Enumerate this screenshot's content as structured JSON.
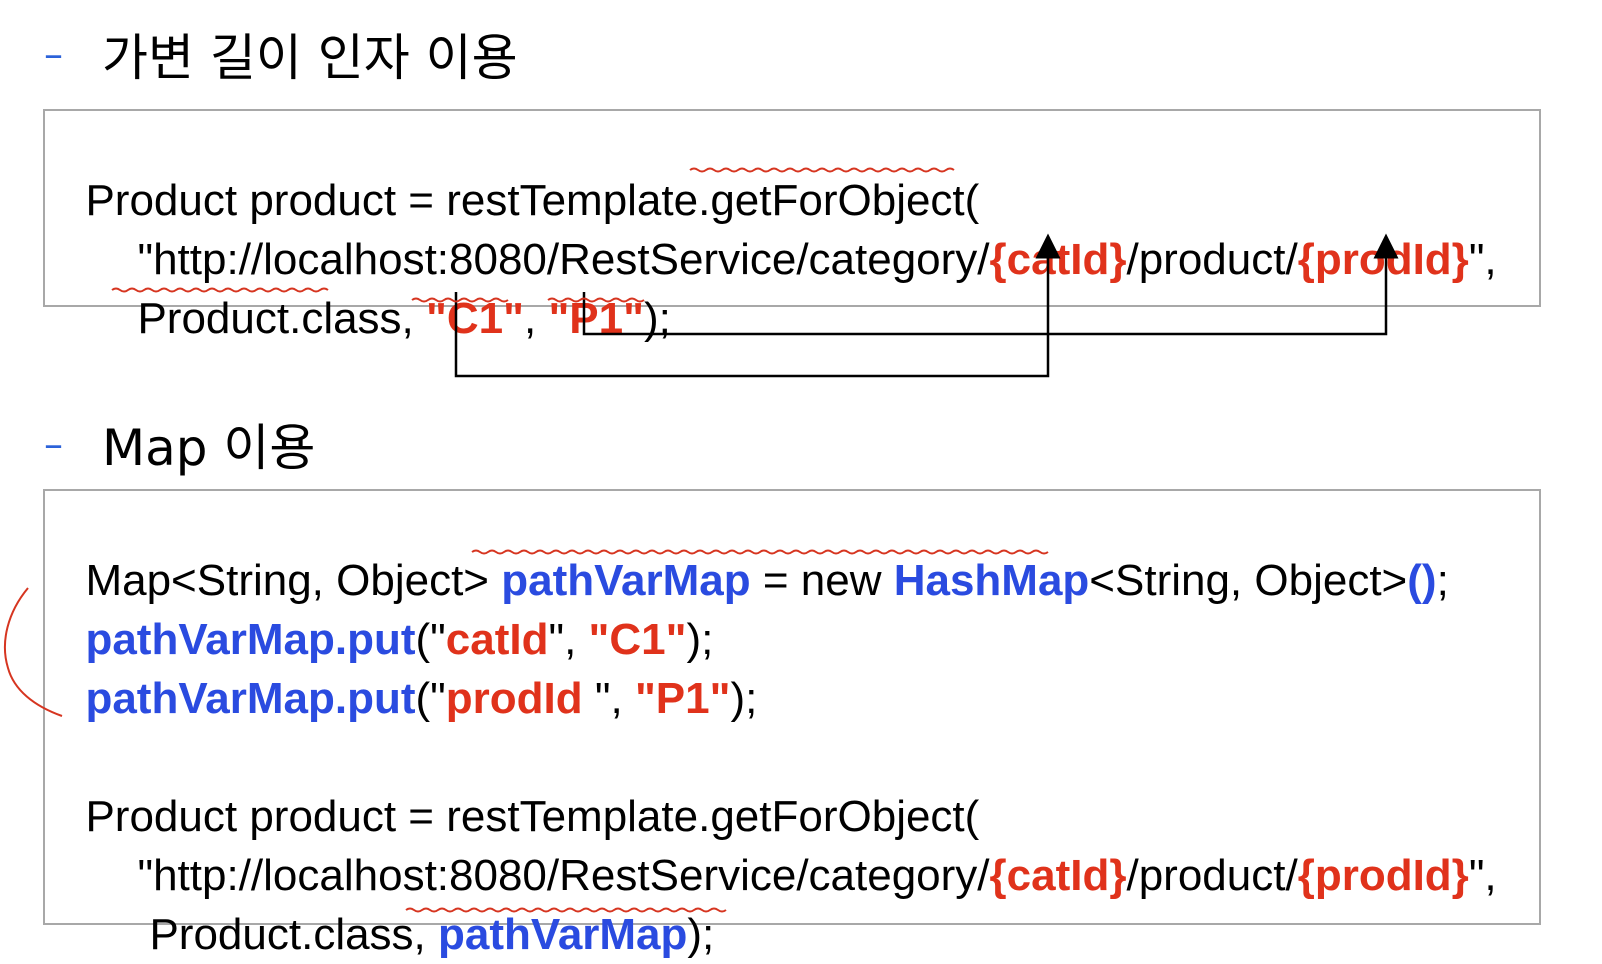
{
  "section1": {
    "dash": "–",
    "heading": "가변 길이 인자 이용",
    "line1": "Product product = restTemplate.getForObject(",
    "line2": {
      "prefix": "\"http://localhost:8080/RestService/category/",
      "cat_var": "{catId}",
      "middle": "/product/",
      "prod_var": "{prodId}",
      "suffix": "\","
    },
    "line3": {
      "prefix": "Product.class, ",
      "arg1": "\"C1\"",
      "sep": ", ",
      "arg2": "\"P1\"",
      "suffix": ");"
    }
  },
  "section2": {
    "dash": "–",
    "heading": "Map 이용",
    "line1": {
      "prefix": "Map<String, Object> ",
      "var": "pathVarMap",
      "middle": " = new ",
      "cls": "HashMap",
      "generic": "<String, Object>",
      "parens": "()",
      "suffix": ";"
    },
    "line2": {
      "call": "pathVarMap.put",
      "open": "(\"",
      "key": "catId",
      "sep": "\", ",
      "val": "\"C1\"",
      "close": ");"
    },
    "line3": {
      "call": "pathVarMap.put",
      "open": "(\"",
      "key": "prodId ",
      "sep": "\", ",
      "val": "\"P1\"",
      "close": ");"
    },
    "line4": "Product product = restTemplate.getForObject(",
    "line5": {
      "prefix": "\"http://localhost:8080/RestService/category/",
      "cat_var": "{catId}",
      "middle": "/product/",
      "prod_var": "{prodId}",
      "suffix": "\","
    },
    "line6": {
      "prefix": "Product.class, ",
      "var": "pathVarMap",
      "suffix": ");"
    }
  },
  "colors": {
    "highlight_red": "#e0321b",
    "highlight_blue": "#2a4be0",
    "dash_blue": "#2b62d9",
    "border_gray": "#a8a8a8"
  }
}
